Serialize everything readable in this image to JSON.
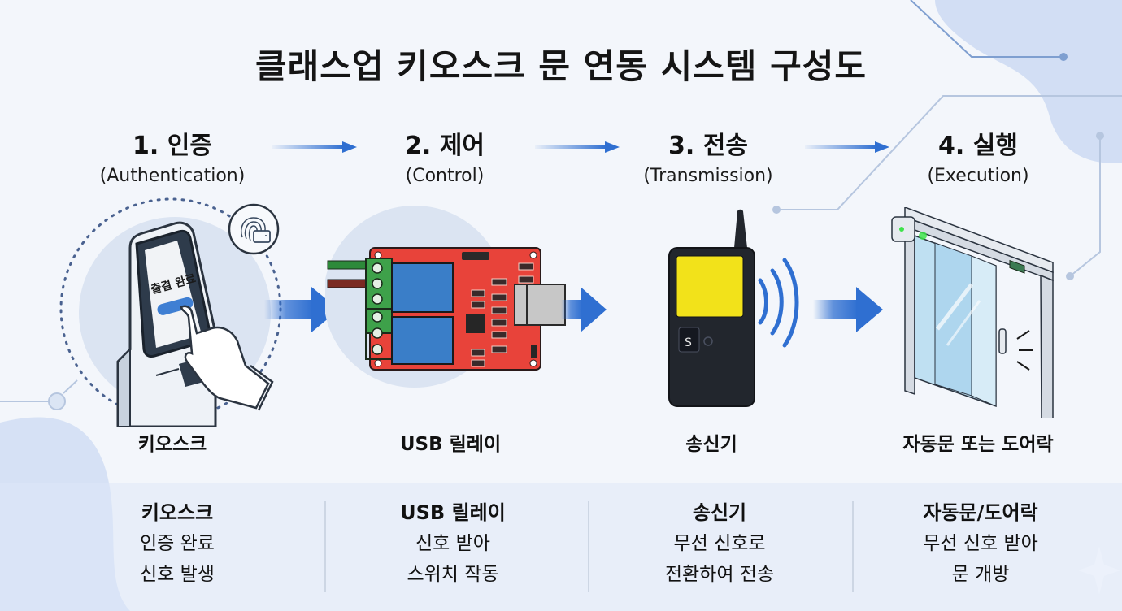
{
  "title": "클래스업 키오스크 문 연동 시스템 구성도",
  "colors": {
    "accent_blue": "#2f6fd1",
    "relay_board": "#e8433a",
    "relay_block": "#3a7ec8",
    "terminal_green": "#3ea14a",
    "transmitter_body": "#22262d",
    "transmitter_screen": "#f2e21a",
    "door_glass": "#bfe0f2",
    "led_green": "#3ee34a"
  },
  "steps": [
    {
      "number_label": "1. 인증",
      "english": "(Authentication)",
      "device": "키오스크",
      "icon": "kiosk-icon"
    },
    {
      "number_label": "2. 제어",
      "english": "(Control)",
      "device": "USB 릴레이",
      "icon": "usb-relay-icon"
    },
    {
      "number_label": "3. 전송",
      "english": "(Transmission)",
      "device": "송신기",
      "icon": "transmitter-icon"
    },
    {
      "number_label": "4. 실행",
      "english": "(Execution)",
      "device": "자동문 또는 도어락",
      "icon": "automatic-door-icon"
    }
  ],
  "kiosk_screen_text": "출결 완료",
  "transmitter_button_label": "S",
  "summary": [
    {
      "heading": "키오스크",
      "lines": [
        "인증 완료",
        "신호 발생"
      ]
    },
    {
      "heading": "USB 릴레이",
      "lines": [
        "신호 받아",
        "스위치 작동"
      ]
    },
    {
      "heading": "송신기",
      "lines": [
        "무선 신호로",
        "전환하여 전송"
      ]
    },
    {
      "heading": "자동문/도어락",
      "lines": [
        "무선 신호 받아",
        "문 개방"
      ]
    }
  ]
}
